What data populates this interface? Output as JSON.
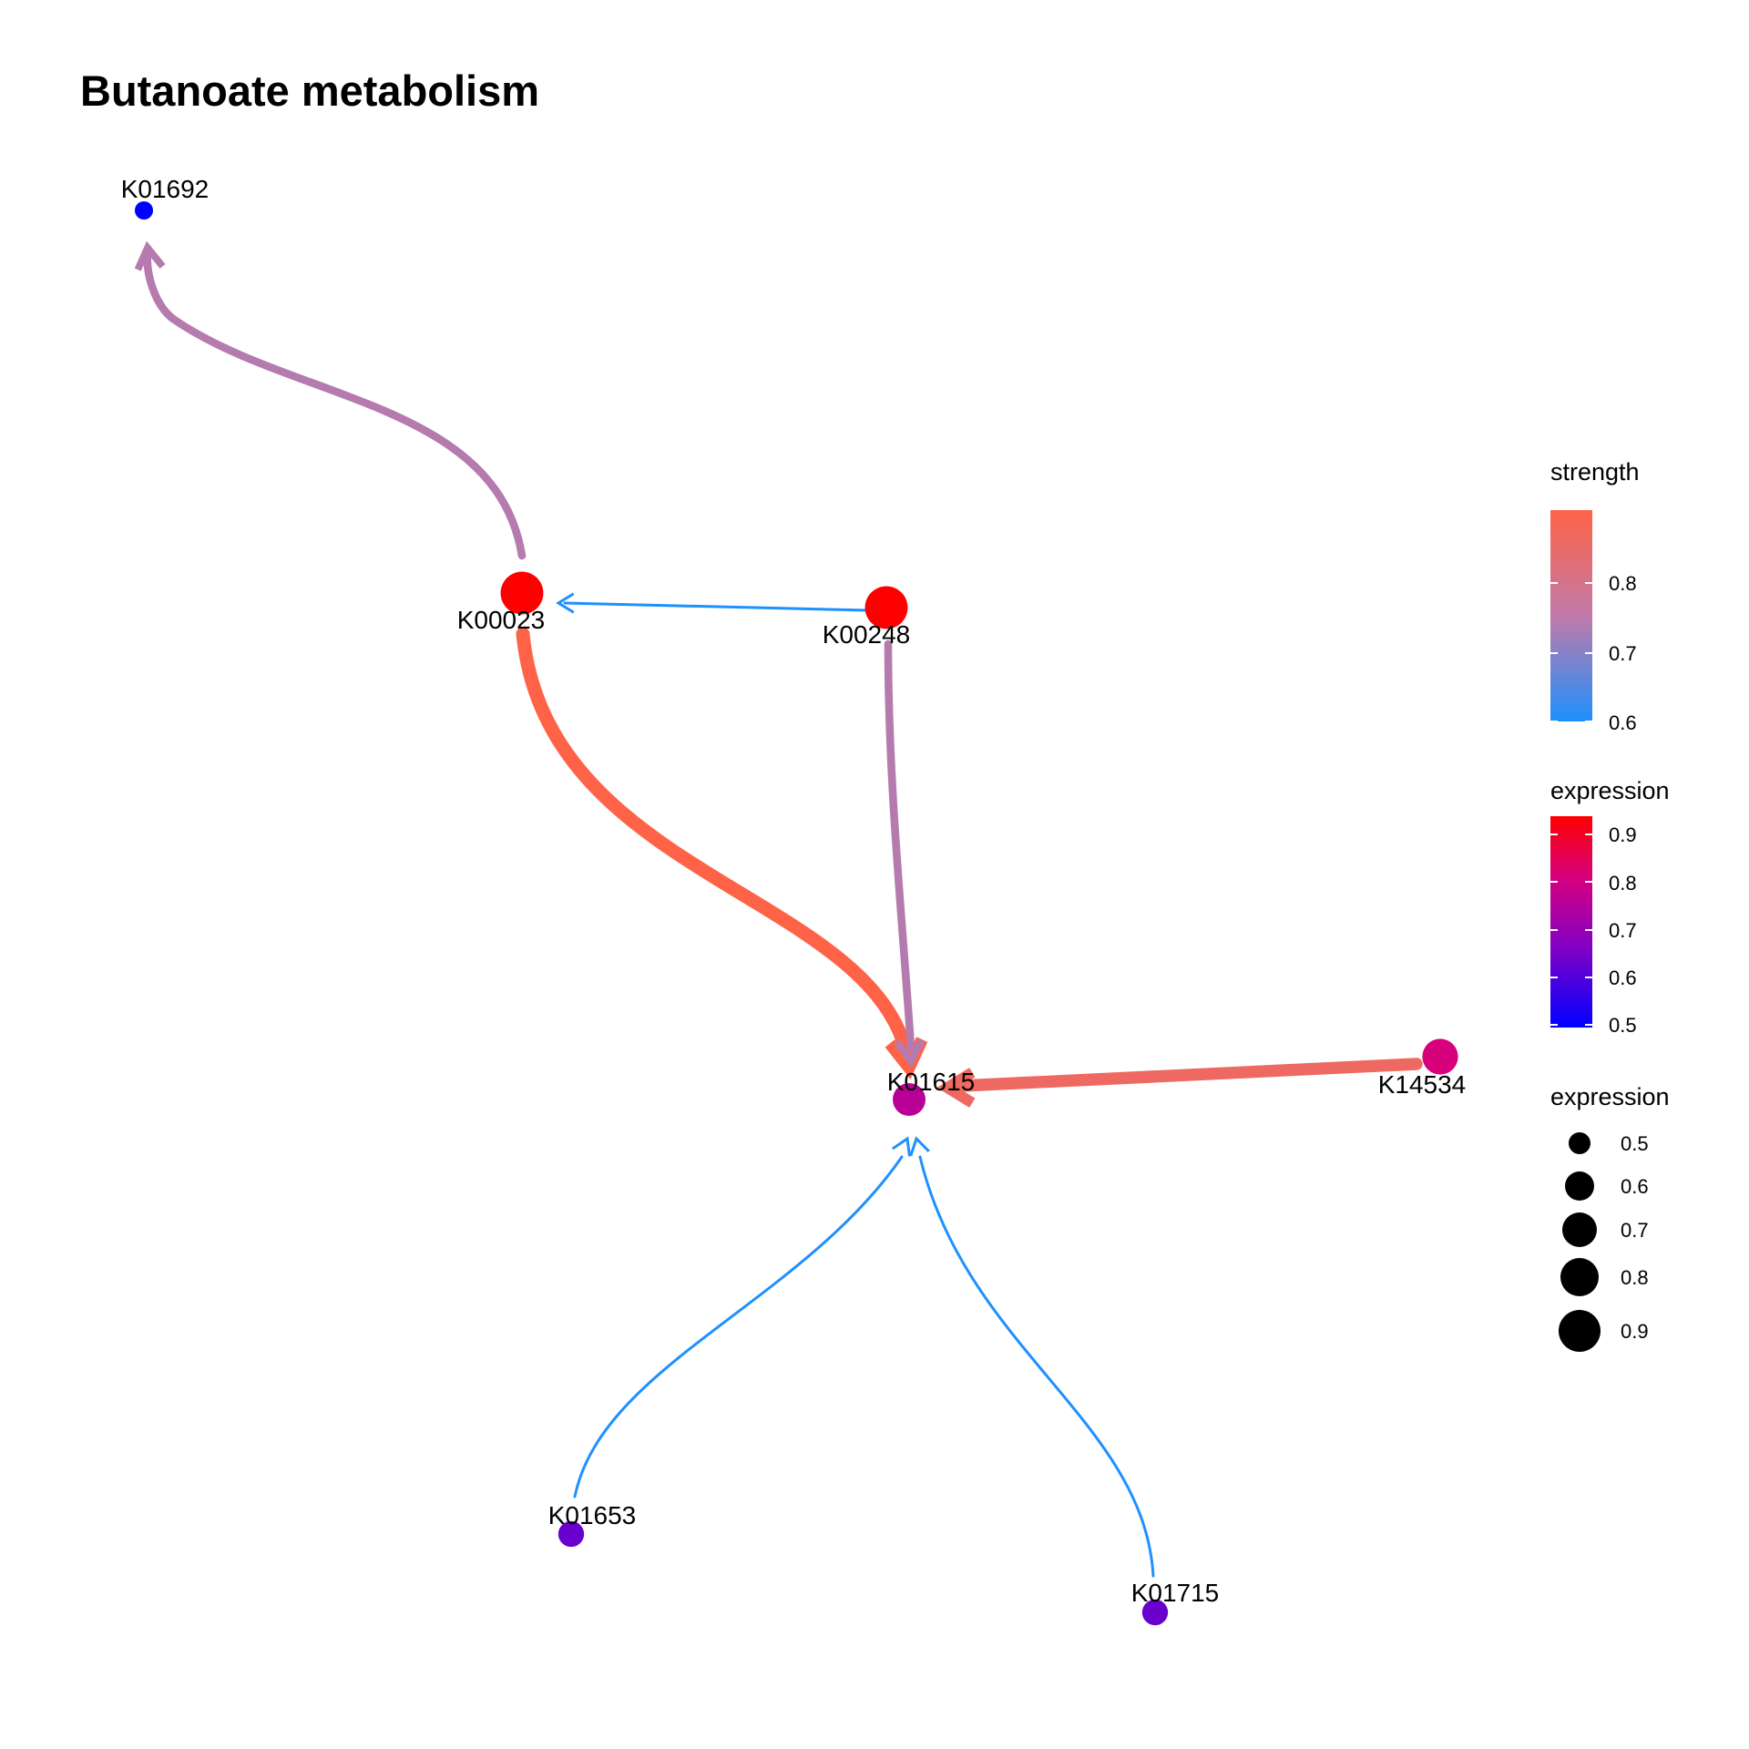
{
  "title": "Butanoate metabolism",
  "nodes": [
    {
      "id": "K01692",
      "label": "K01692",
      "expression": 0.5
    },
    {
      "id": "K00023",
      "label": "K00023",
      "expression": 0.92
    },
    {
      "id": "K00248",
      "label": "K00248",
      "expression": 0.92
    },
    {
      "id": "K01615",
      "label": "K01615",
      "expression": 0.75
    },
    {
      "id": "K14534",
      "label": "K14534",
      "expression": 0.8
    },
    {
      "id": "K01653",
      "label": "K01653",
      "expression": 0.63
    },
    {
      "id": "K01715",
      "label": "K01715",
      "expression": 0.63
    }
  ],
  "edges": [
    {
      "from": "K00023",
      "to": "K01692",
      "strength": 0.74
    },
    {
      "from": "K00248",
      "to": "K00023",
      "strength": 0.6
    },
    {
      "from": "K00023",
      "to": "K01615",
      "strength": 0.9
    },
    {
      "from": "K00248",
      "to": "K01615",
      "strength": 0.74
    },
    {
      "from": "K14534",
      "to": "K01615",
      "strength": 0.86
    },
    {
      "from": "K01653",
      "to": "K01615",
      "strength": 0.6
    },
    {
      "from": "K01715",
      "to": "K01615",
      "strength": 0.6
    }
  ],
  "legend": {
    "strength": {
      "title": "strength",
      "ticks": [
        "0.8",
        "0.7",
        "0.6"
      ],
      "colors": [
        "#1E90FF",
        "#FF6347"
      ],
      "range": [
        0.6,
        0.9
      ]
    },
    "expression_color": {
      "title": "expression",
      "ticks": [
        "0.9",
        "0.8",
        "0.7",
        "0.6",
        "0.5"
      ],
      "colors": [
        "#0000FF",
        "#FF0000"
      ],
      "range": [
        0.5,
        0.92
      ]
    },
    "expression_size": {
      "title": "expression",
      "ticks": [
        "0.5",
        "0.6",
        "0.7",
        "0.8",
        "0.9"
      ],
      "color": "#000000"
    }
  }
}
